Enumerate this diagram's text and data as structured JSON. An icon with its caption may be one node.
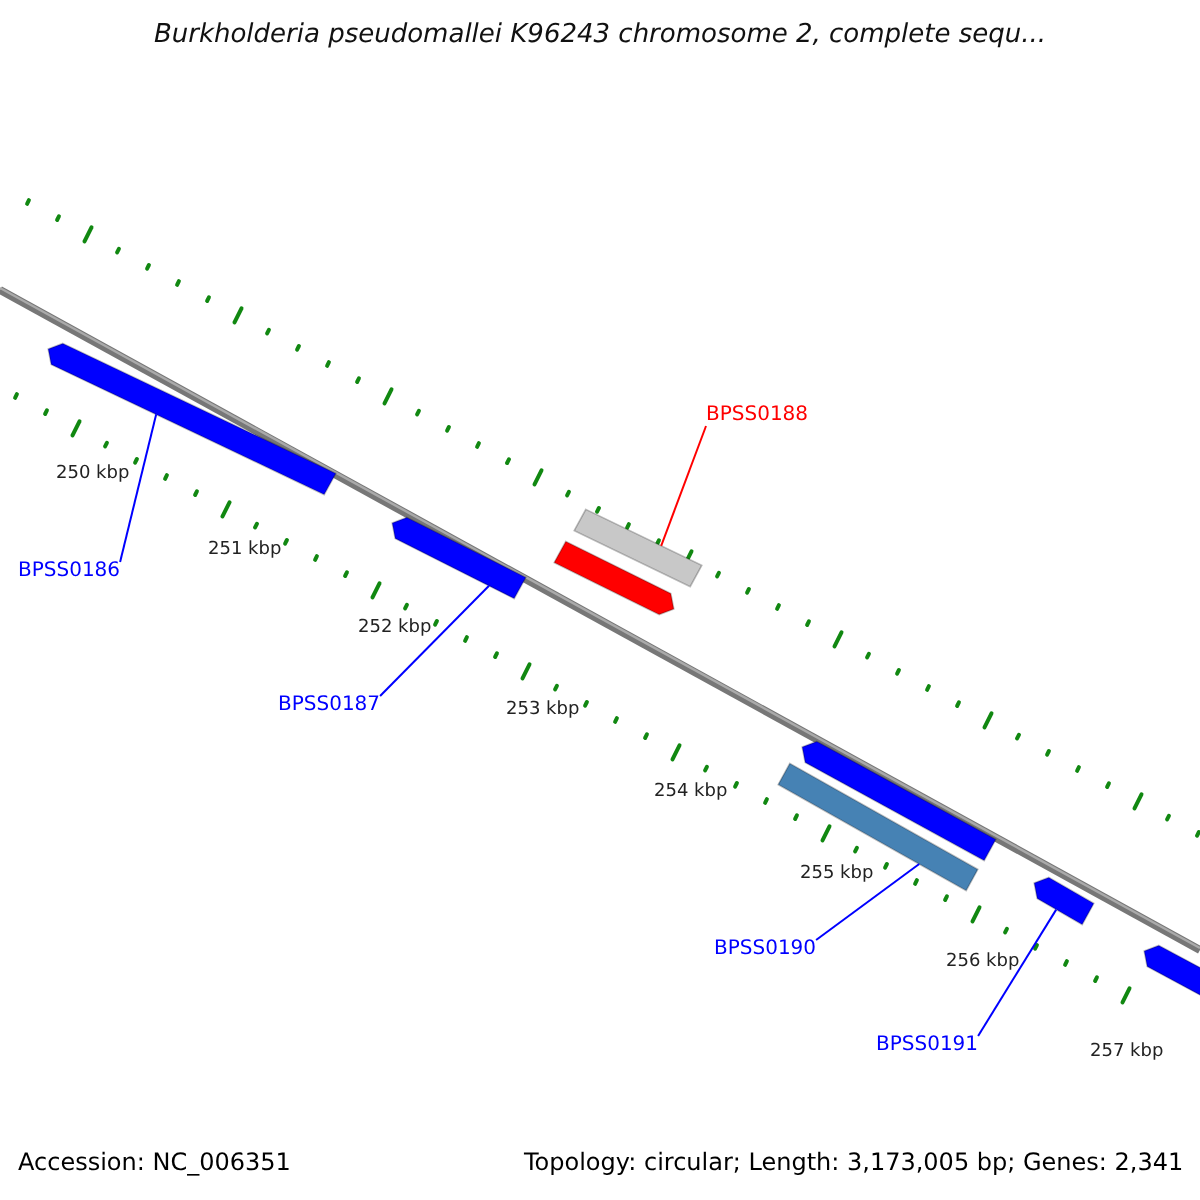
{
  "diagram": {
    "title": "Burkholderia pseudomallei K96243 chromosome 2, complete sequ...",
    "nodes": [
      {
        "text": [
          "BPSS0188"
        ]
      },
      {
        "text": [
          "BPSS0186"
        ]
      },
      {
        "text": [
          "BPSS0187"
        ]
      },
      {
        "text": [
          "BPSS0190"
        ]
      },
      {
        "text": [
          "BPSS0191"
        ]
      },
      {
        "text": [],
        "shape": "bar"
      },
      {
        "text": [],
        "shape": "bar"
      },
      {
        "text": [],
        "shape": "bar"
      },
      {
        "text": [],
        "shape": "bar"
      },
      {
        "text": [],
        "shape": "bar"
      },
      {
        "text": [],
        "shape": "bar"
      },
      {
        "text": [],
        "shape": "bar"
      },
      {
        "text": [],
        "shape": "bar"
      }
    ],
    "edges": [
      {
        "from": 0,
        "to": 7,
        "arrow": "none",
        "color": "#ff0000"
      },
      {
        "from": 1,
        "to": 5,
        "arrow": "none"
      },
      {
        "from": 2,
        "to": 6,
        "arrow": "none"
      },
      {
        "from": 3,
        "to": 10,
        "arrow": "none"
      },
      {
        "from": 4,
        "to": 11,
        "arrow": "none"
      }
    ],
    "labels": [
      "250 kbp",
      "251 kbp",
      "252 kbp",
      "253 kbp",
      "254 kbp",
      "255 kbp",
      "256 kbp",
      "257 kbp",
      "Accession: NC_006351",
      "Topology: circular; Length: 3,173,005 bp; Genes: 2,341"
    ]
  }
}
